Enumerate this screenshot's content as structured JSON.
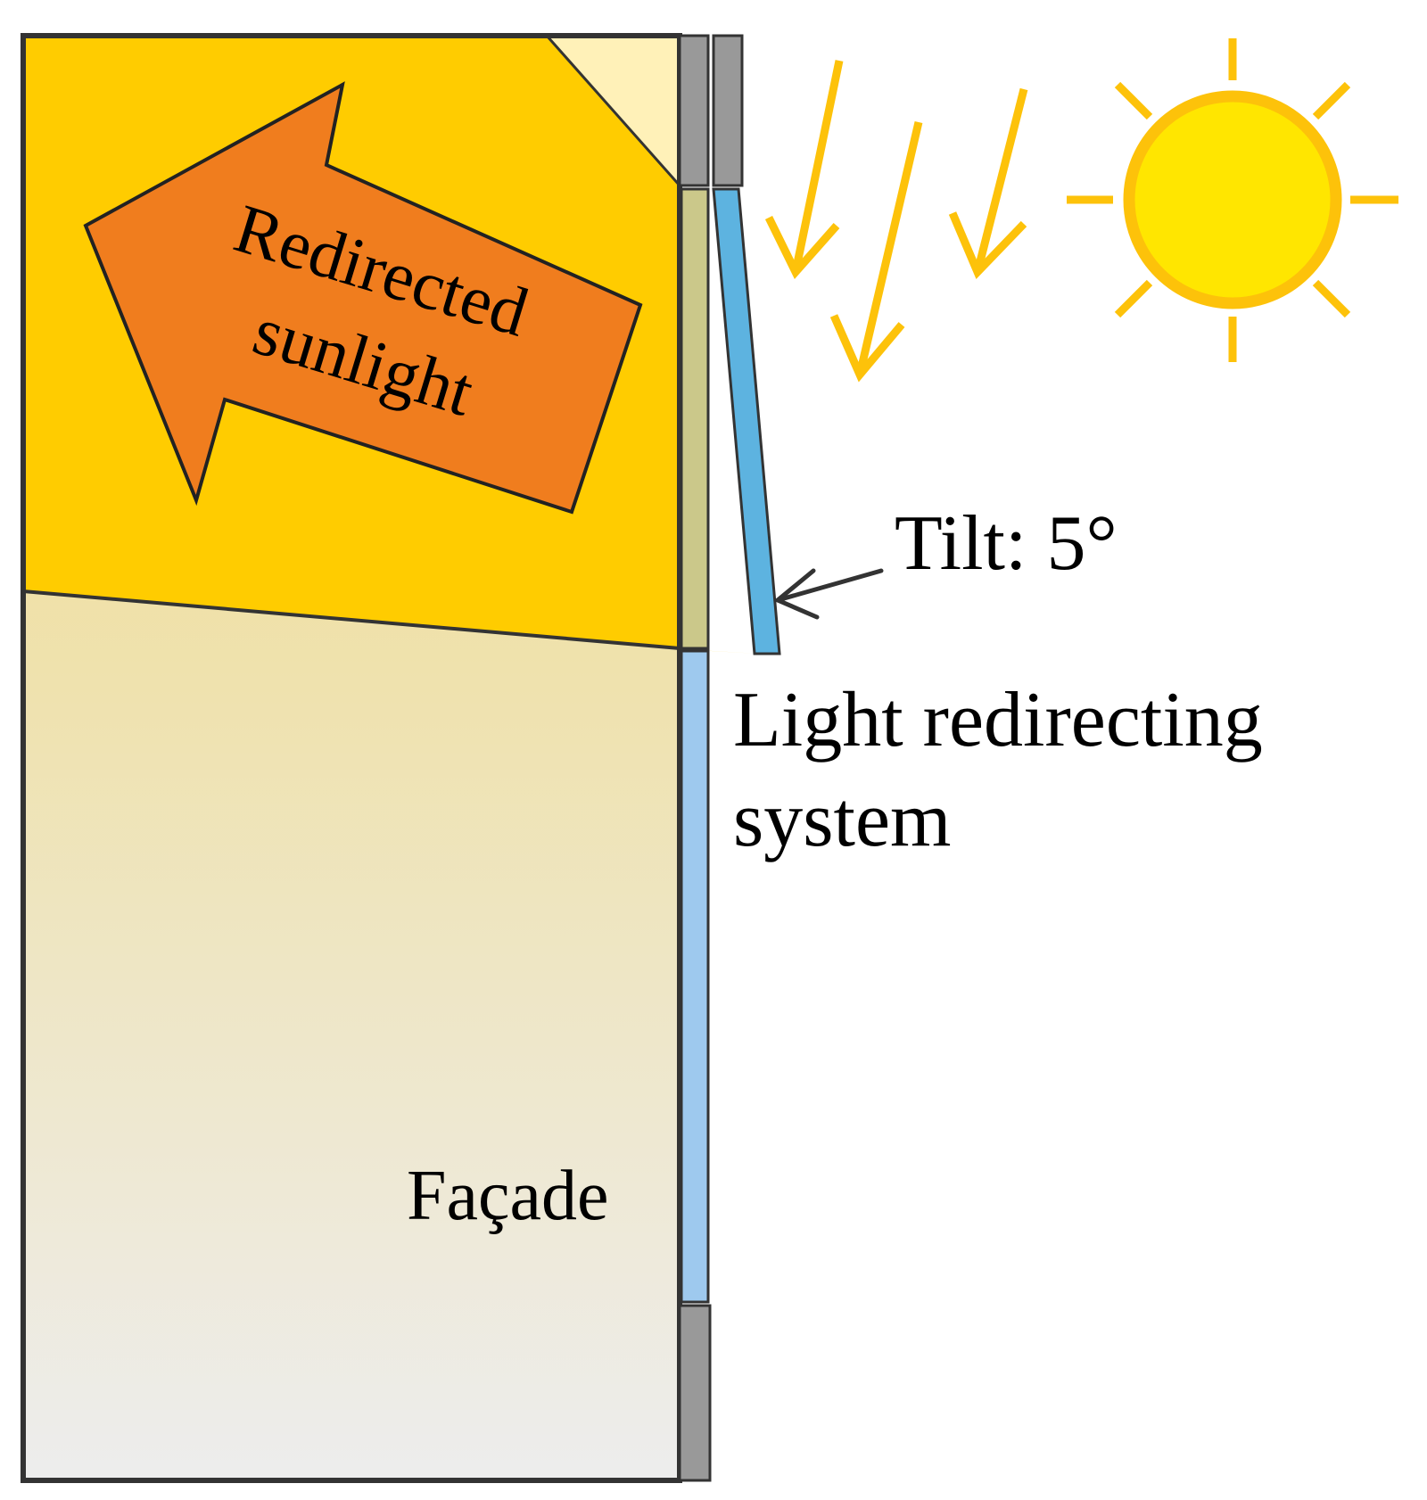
{
  "labels": {
    "arrow_line1": "Redirected",
    "arrow_line2": "sunlight",
    "tilt": "Tilt: 5°",
    "system_line1": "Light redirecting",
    "system_line2": "system",
    "facade": "Façade"
  },
  "colors": {
    "lit_zone": "#FFCC00",
    "room_gradient_top": "#F3D98A",
    "room_gradient_bottom": "#EDEDED",
    "corner_light": "#FFF1B8",
    "arrow_fill": "#F07D1E",
    "sun_fill": "#FFE600",
    "sun_ray": "#FDC20A",
    "light_ray": "#FDC20A",
    "window_glass": "#9EC9EE",
    "tilted_panel": "#5DB3E0",
    "inner_pane": "#CBC88A",
    "wall_segment": "#999999",
    "outline": "#333333"
  },
  "tilt_angle_deg": 5
}
